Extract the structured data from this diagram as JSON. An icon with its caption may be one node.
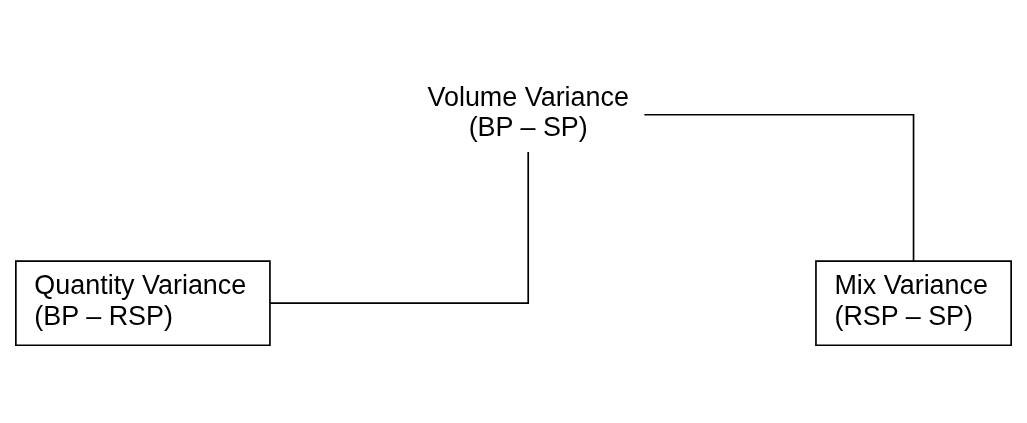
{
  "diagram": {
    "nodes": [
      {
        "text": [
          "Volume Variance",
          "(BP – SP)"
        ]
      },
      {
        "text": [
          "Quantity Variance",
          "(BP – RSP)"
        ]
      },
      {
        "text": [
          "Mix Variance",
          "(RSP – SP)"
        ]
      }
    ],
    "edges": [
      {
        "from": 0,
        "to": 1,
        "arrow": "none"
      },
      {
        "from": 0,
        "to": 2,
        "arrow": "none"
      }
    ]
  }
}
